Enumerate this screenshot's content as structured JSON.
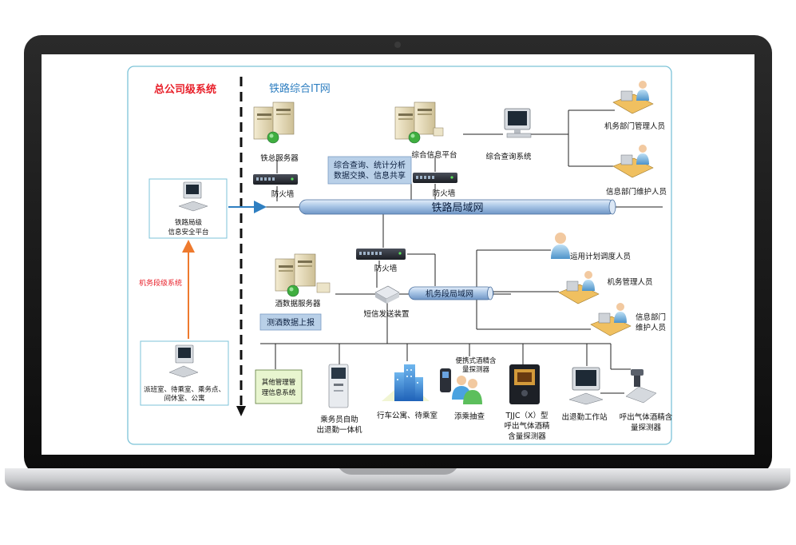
{
  "titles": {
    "hq_system": "总公司级系统",
    "railway_it_net": "铁路综合IT网"
  },
  "nodes": {
    "rail_hq_server": "铁总服务器",
    "firewall_left": "防火墙",
    "integrated_info_platform": "综合信息平台",
    "firewall_right": "防火墙",
    "query_system": "综合查询系统",
    "dept_mgmt_staff": "机务部门管理人员",
    "info_dept_maint_staff": "信息部门维护人员",
    "bureau_platform_line1": "铁路局级",
    "bureau_platform_line2": "信息安全平台",
    "firewall_mid": "防火墙",
    "alcohol_server": "酒数据服务器",
    "sms_device": "短信发送装置",
    "ops_plan_staff": "运用计划调度人员",
    "loco_mgmt_staff": "机务管理人员",
    "info_dept_line1": "信息部门",
    "info_dept_line2": "维护人员",
    "depot_system": "机务段级系统",
    "rooms_line1": "派班室、待乘室、乘务点、",
    "rooms_line2": "间休室、公寓",
    "other_mgmt_line1": "其他管理管",
    "other_mgmt_line2": "理信息系统",
    "selfservice_line1": "乘务员自助",
    "selfservice_line2": "出退勤一体机",
    "apartment": "行车公寓、待乘室",
    "portable_line1": "便携式酒精含",
    "portable_line2": "量探测器",
    "spot_check": "添乘抽查",
    "tjjc_line1": "TJJC（X）型",
    "tjjc_line2": "呼出气体酒精",
    "tjjc_line3": "含量探测器",
    "workstation": "出退勤工作站",
    "breath_line1": "呼出气体酒精含",
    "breath_line2": "量探测器"
  },
  "boxes": {
    "query_stats_line1": "综合查询、统计分析",
    "query_stats_line2": "数据交换、信息共享",
    "alcohol_upload": "测酒数据上报"
  },
  "networks": {
    "railway_lan": "铁路局域网",
    "depot_lan": "机务段局域网"
  },
  "colors": {
    "frame_border": "#7cc3d8",
    "red_title": "#e8202a",
    "blue_title": "#2f7fc1",
    "orange_arrow": "#ee7a2e",
    "pipe_fill": "#b9d2ec",
    "box_fill": "#b9d0e8"
  }
}
